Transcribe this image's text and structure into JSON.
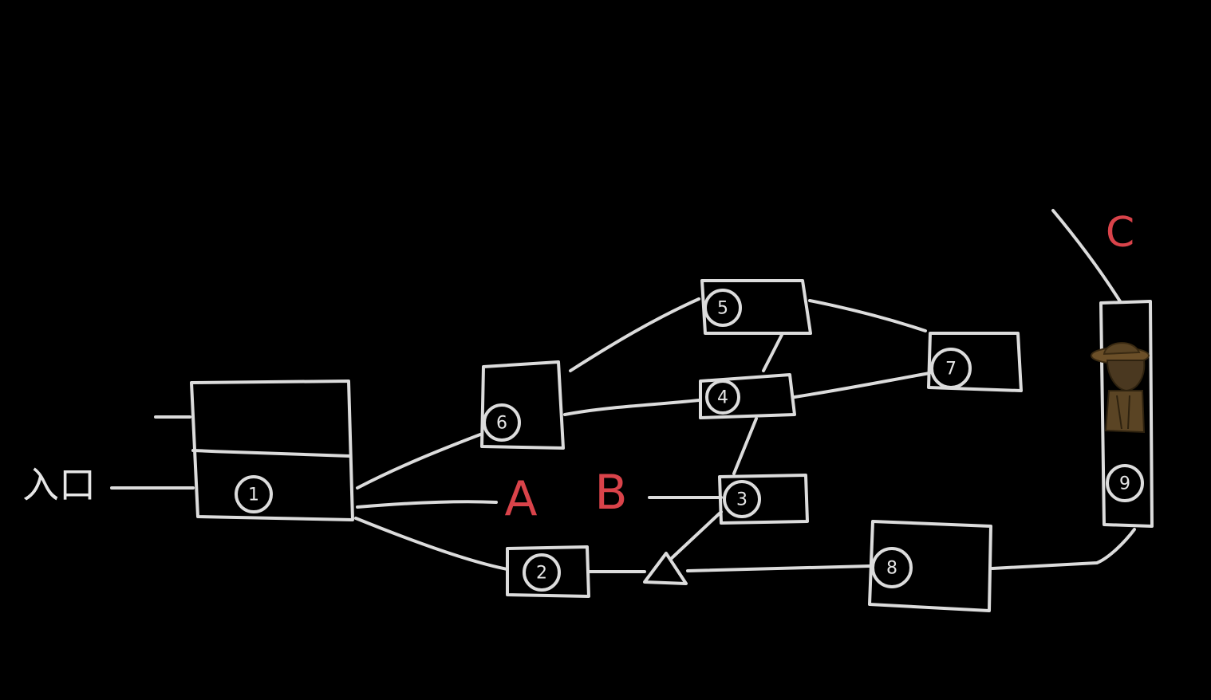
{
  "entrance_label": "入口",
  "rooms": [
    {
      "id": "1",
      "label": "1"
    },
    {
      "id": "2",
      "label": "2"
    },
    {
      "id": "3",
      "label": "3"
    },
    {
      "id": "4",
      "label": "4"
    },
    {
      "id": "5",
      "label": "5"
    },
    {
      "id": "6",
      "label": "6"
    },
    {
      "id": "7",
      "label": "7"
    },
    {
      "id": "8",
      "label": "8"
    },
    {
      "id": "9",
      "label": "9"
    }
  ],
  "markers": {
    "a": "A",
    "b": "B",
    "c": "C"
  },
  "colors": {
    "background": "#000000",
    "chalk": "#dcdcdc",
    "marker_red": "#d9434a",
    "figure_brown": "#5a4424"
  },
  "icons": {
    "junction": "triangle-icon",
    "character": "character-figure-icon"
  }
}
